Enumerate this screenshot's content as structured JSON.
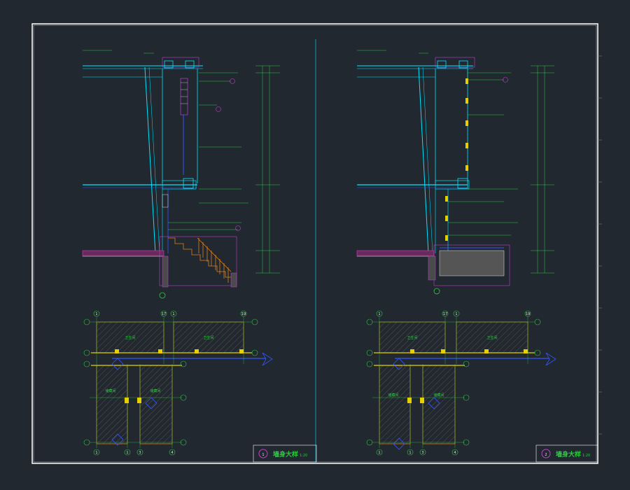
{
  "colors": {
    "background": "#212830",
    "frame": "#ffffff",
    "structure": "#00e5ff",
    "dimension": "#2ecc40",
    "magenta": "#c040d0",
    "blue": "#3355ff",
    "yellow": "#e8d000",
    "orange": "#e08020",
    "hatch": "#a05080"
  },
  "details": [
    {
      "number": "1",
      "title": "墙身大样",
      "scale": "1:20",
      "room_labels": [
        "卫生间",
        "卫生间",
        "储藏间",
        "储藏间"
      ],
      "axes_top": [
        "1",
        "17",
        "1",
        "19"
      ],
      "axes_bottom": [
        "1",
        "1",
        "3",
        "4"
      ]
    },
    {
      "number": "2",
      "title": "墙身大样",
      "scale": "1:20",
      "room_labels": [
        "卫生间",
        "卫生间",
        "储藏间",
        "储藏间"
      ],
      "axes_top": [
        "1",
        "17",
        "1",
        "19"
      ],
      "axes_bottom": [
        "1",
        "1",
        "3",
        "4"
      ]
    }
  ]
}
